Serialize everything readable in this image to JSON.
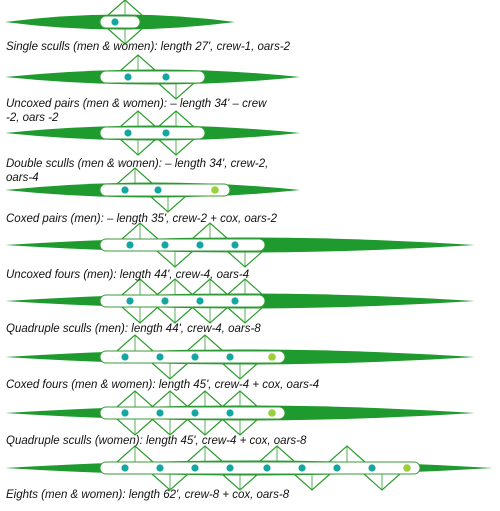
{
  "colors": {
    "hull": "#1f9a2e",
    "rigger": "#2c9d2c",
    "seat_strip": "#ffffff",
    "seat_outline": "#3a9a3a",
    "crew": "#14a6a0",
    "cox": "#9ad13a",
    "text": "#111111"
  },
  "boats": [
    {
      "caption": "Single sculls (men & women): length 27', crew-1, oars-2",
      "crew": 1,
      "cox": false,
      "sculling": true
    },
    {
      "caption": "Uncoxed pairs (men & women): – length 34' – crew -2, oars -2",
      "crew": 2,
      "cox": false,
      "sculling": false
    },
    {
      "caption": "Double sculls (men & women): – length 34', crew-2, oars-4",
      "crew": 2,
      "cox": false,
      "sculling": true
    },
    {
      "caption": "Coxed pairs (men): – length 35', crew-2 + cox, oars-2",
      "crew": 2,
      "cox": true,
      "sculling": false
    },
    {
      "caption": "Uncoxed fours (men): length 44', crew-4, oars-4",
      "crew": 4,
      "cox": false,
      "sculling": false
    },
    {
      "caption": "Quadruple sculls (men): length 44', crew-4, oars-8",
      "crew": 4,
      "cox": false,
      "sculling": true
    },
    {
      "caption": "Coxed fours (men & women): length 45', crew-4 + cox, oars-4",
      "crew": 4,
      "cox": true,
      "sculling": false
    },
    {
      "caption": "Quadruple sculls (women): length 45', crew-4 + cox, oars-8",
      "crew": 4,
      "cox": true,
      "sculling": true
    },
    {
      "caption": "Eights (men & women): length 62', crew-8 + cox, oars-8",
      "crew": 8,
      "cox": true,
      "sculling": false
    }
  ]
}
